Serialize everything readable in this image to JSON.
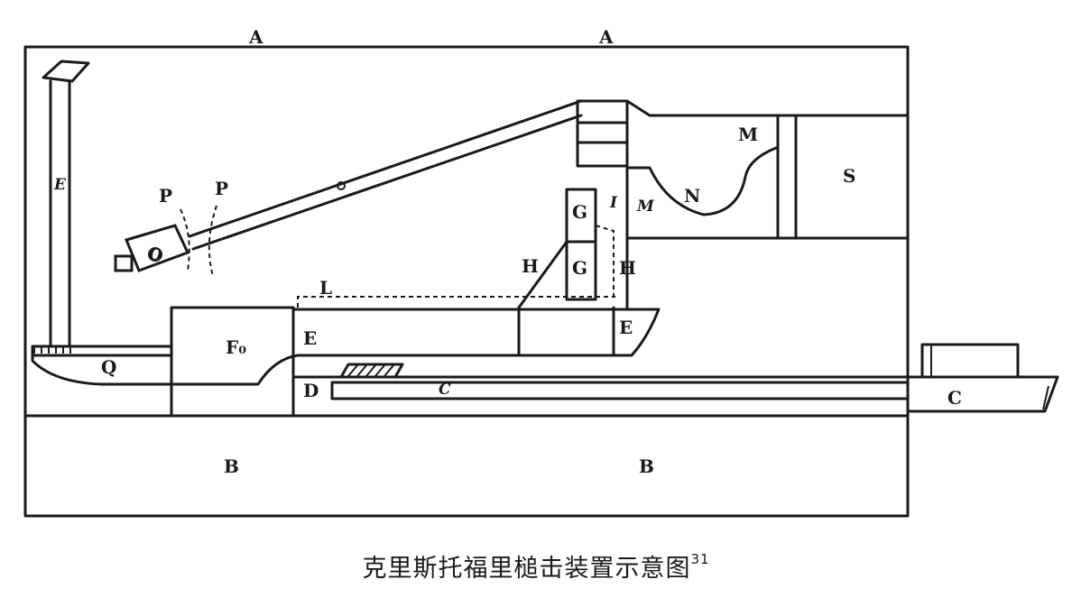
{
  "labels": {
    "A1": "A",
    "A2": "A",
    "B1": "B",
    "B2": "B",
    "C1": "C",
    "C2": "C",
    "D": "D",
    "E1": "E",
    "E2": "E",
    "E3": "E",
    "F": "F₀",
    "G1": "G",
    "G2": "G",
    "H1": "H",
    "H2": "H",
    "I": "I",
    "M1": "M",
    "M2": "M",
    "N": "N",
    "L": "L",
    "O": "O",
    "P1": "P",
    "P2": "P",
    "Q": "Q",
    "S": "S"
  },
  "caption": {
    "text": "克里斯托福里槌击装置示意图",
    "note": "31"
  }
}
